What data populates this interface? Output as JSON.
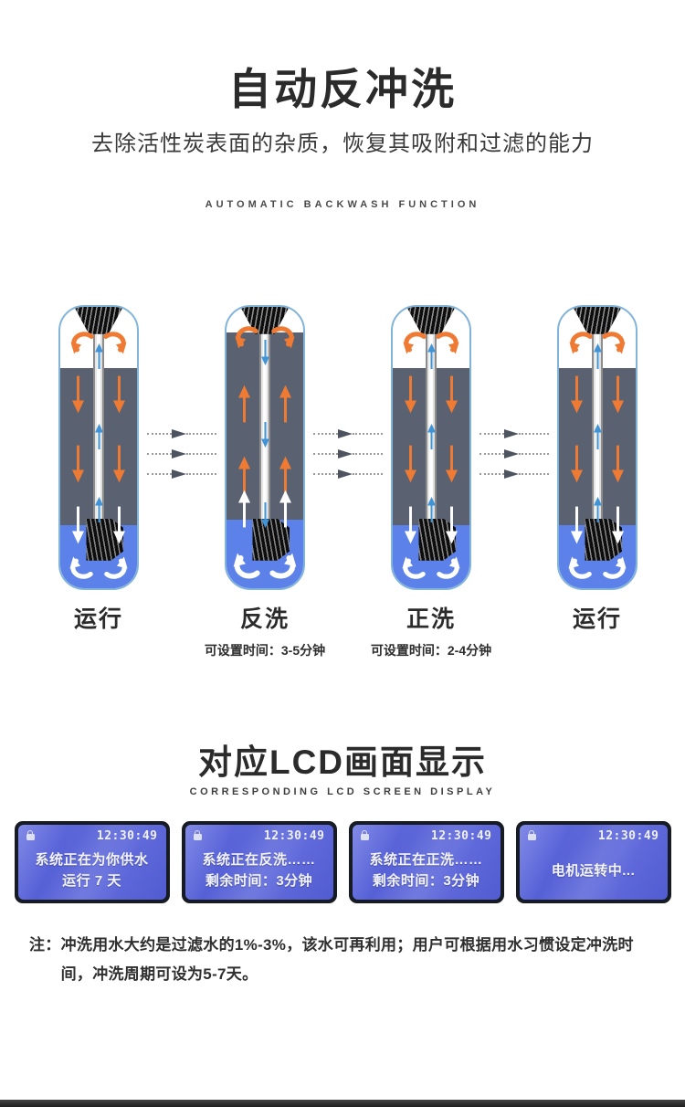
{
  "header": {
    "title": "自动反冲洗",
    "subtitle": "去除活性炭表面的杂质，恢复其吸附和过滤的能力",
    "subtitle_en": "AUTOMATIC BACKWASH FUNCTION"
  },
  "diagram": {
    "stages": [
      {
        "label": "运行",
        "note": "",
        "tube_flow": "up",
        "body_flow": "down"
      },
      {
        "label": "反洗",
        "note": "可设置时间：3-5分钟",
        "tube_flow": "down",
        "body_flow": "up"
      },
      {
        "label": "正洗",
        "note": "可设置时间：2-4分钟",
        "tube_flow": "up",
        "body_flow": "down"
      },
      {
        "label": "运行",
        "note": "",
        "tube_flow": "up",
        "body_flow": "down"
      }
    ],
    "colors": {
      "carbon_bed_gray": "#5a6170",
      "water_blue": "#5c82e9",
      "capsule_border": "#82b4da",
      "arrow_orange": "#ef7a33",
      "arrow_blue": "#3f93d6",
      "arrow_white": "#ffffff"
    }
  },
  "lcd_section": {
    "title": "对应LCD画面显示",
    "title_en": "CORRESPONDING LCD SCREEN DISPLAY",
    "screens": [
      {
        "time": "12:30:49",
        "line1": "系统正在为你供水",
        "line2": "运行 7 天"
      },
      {
        "time": "12:30:49",
        "line1": "系统正在反洗……",
        "line2": "剩余时间：3分钟"
      },
      {
        "time": "12:30:49",
        "line1": "系统正在正洗……",
        "line2": "剩余时间：3分钟"
      },
      {
        "time": "12:30:49",
        "line1": "电机运转中...",
        "line2": ""
      }
    ],
    "colors": {
      "screen_blue": "#5560d6",
      "frame_dark": "#171b23"
    }
  },
  "footnote": {
    "prefix": "注：",
    "text": "冲洗用水大约是过滤水的1%-3%，该水可再利用；用户可根据用水习惯设定冲洗时间，冲洗周期可设为5-7天。"
  }
}
